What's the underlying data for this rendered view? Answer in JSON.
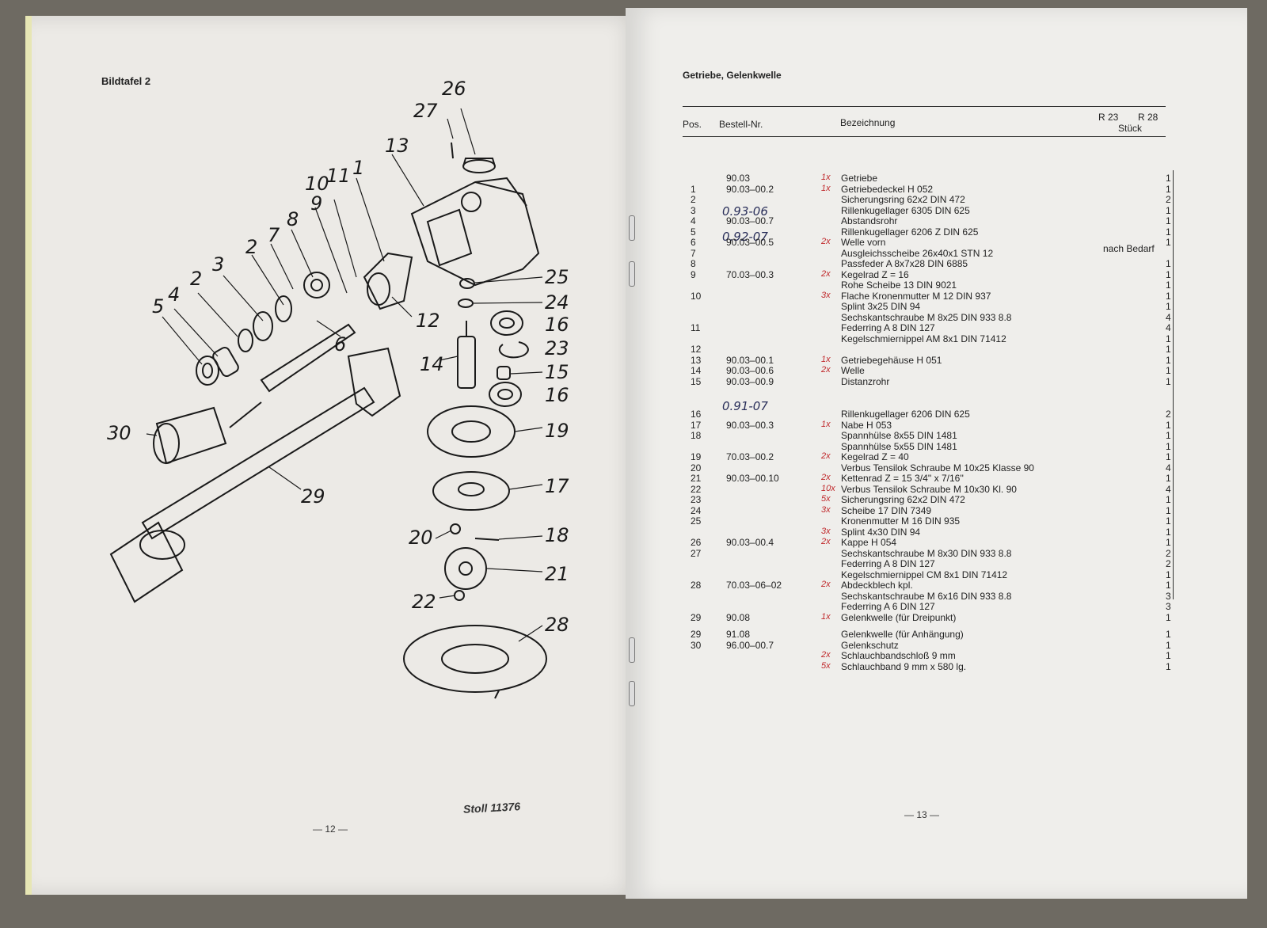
{
  "left_page": {
    "plate_title": "Bildtafel 2",
    "callouts": [
      "1",
      "2",
      "2",
      "3",
      "4",
      "5",
      "6",
      "7",
      "8",
      "9",
      "10",
      "11",
      "12",
      "13",
      "14",
      "15",
      "16",
      "16",
      "17",
      "18",
      "19",
      "20",
      "21",
      "22",
      "23",
      "24",
      "25",
      "26",
      "27",
      "28",
      "29",
      "30"
    ],
    "stamp": "Stoll 11376",
    "page_number": "— 12 —"
  },
  "right_page": {
    "title": "Getriebe, Gelenkwelle",
    "headers": {
      "pos": "Pos.",
      "nr": "Bestell-Nr.",
      "desc": "Bezeichnung",
      "r23": "R 23",
      "r28": "R 28",
      "qty": "Stück"
    },
    "note": "nach Bedarf",
    "handwritten": [
      "0.93-06",
      "0.92-07",
      "0.91-07"
    ],
    "rows": [
      {
        "pos": "",
        "nr": "90.03",
        "mark": "1x",
        "desc": "Getriebe",
        "qty": "1"
      },
      {
        "pos": "1",
        "nr": "90.03–00.2",
        "mark": "1x",
        "desc": "Getriebedeckel H 052",
        "qty": "1"
      },
      {
        "pos": "2",
        "nr": "",
        "mark": "",
        "desc": "Sicherungsring 62x2 DIN 472",
        "qty": "2"
      },
      {
        "pos": "3",
        "nr": "",
        "mark": "",
        "desc": "Rillenkugellager 6305 DIN 625",
        "qty": "1"
      },
      {
        "pos": "4",
        "nr": "90.03–00.7",
        "mark": "",
        "desc": "Abstandsrohr",
        "qty": "1"
      },
      {
        "pos": "5",
        "nr": "",
        "mark": "",
        "desc": "Rillenkugellager 6206 Z DIN 625",
        "qty": "1"
      },
      {
        "pos": "6",
        "nr": "90.03–00.5",
        "mark": "2x",
        "desc": "Welle vorn",
        "qty": "1"
      },
      {
        "pos": "7",
        "nr": "",
        "mark": "",
        "desc": "Ausgleichsscheibe  26x40x1 STN 12",
        "qty": ""
      },
      {
        "pos": "8",
        "nr": "",
        "mark": "",
        "desc": "Passfeder A 8x7x28 DIN 6885",
        "qty": "1"
      },
      {
        "pos": "9",
        "nr": "70.03–00.3",
        "mark": "2x",
        "desc": "Kegelrad Z = 16",
        "qty": "1"
      },
      {
        "pos": "",
        "nr": "",
        "mark": "",
        "desc": "Rohe Scheibe 13 DIN 9021",
        "qty": "1"
      },
      {
        "pos": "10",
        "nr": "",
        "mark": "3x",
        "desc": "Flache Kronenmutter M 12 DIN 937",
        "qty": "1"
      },
      {
        "pos": "",
        "nr": "",
        "mark": "",
        "desc": "Splint 3x25 DIN 94",
        "qty": "1"
      },
      {
        "pos": "",
        "nr": "",
        "mark": "",
        "desc": "Sechskantschraube M 8x25 DIN 933 8.8",
        "qty": "4"
      },
      {
        "pos": "11",
        "nr": "",
        "mark": "",
        "desc": "Federring A 8 DIN 127",
        "qty": "4"
      },
      {
        "pos": "",
        "nr": "",
        "mark": "",
        "desc": "Kegelschmiernippel AM 8x1 DIN 71412",
        "qty": "1"
      },
      {
        "pos": "12",
        "nr": "",
        "mark": "",
        "desc": "",
        "qty": "1"
      },
      {
        "pos": "13",
        "nr": "90.03–00.1",
        "mark": "1x",
        "desc": "Getriebegehäuse H 051",
        "qty": "1"
      },
      {
        "pos": "14",
        "nr": "90.03–00.6",
        "mark": "2x",
        "desc": "Welle",
        "qty": "1"
      },
      {
        "pos": "15",
        "nr": "90.03–00.9",
        "mark": "",
        "desc": "Distanzrohr",
        "qty": "1"
      },
      {
        "pos": "16",
        "nr": "",
        "mark": "",
        "desc": "Rillenkugellager 6206 DIN 625",
        "qty": "2"
      },
      {
        "pos": "17",
        "nr": "90.03–00.3",
        "mark": "1x",
        "desc": "Nabe H 053",
        "qty": "1"
      },
      {
        "pos": "18",
        "nr": "",
        "mark": "",
        "desc": "Spannhülse 8x55 DIN 1481",
        "qty": "1"
      },
      {
        "pos": "",
        "nr": "",
        "mark": "",
        "desc": "Spannhülse 5x55 DIN 1481",
        "qty": "1"
      },
      {
        "pos": "19",
        "nr": "70.03–00.2",
        "mark": "2x",
        "desc": "Kegelrad Z  = 40",
        "qty": "1"
      },
      {
        "pos": "20",
        "nr": "",
        "mark": "",
        "desc": "Verbus Tensilok Schraube M 10x25 Klasse 90",
        "qty": "4"
      },
      {
        "pos": "21",
        "nr": "90.03–00.10",
        "mark": "2x",
        "desc": "Kettenrad Z = 15 3/4'' x 7/16''",
        "qty": "1"
      },
      {
        "pos": "22",
        "nr": "",
        "mark": "10x",
        "desc": "Verbus Tensilok Schraube M 10x30 Kl. 90",
        "qty": "4"
      },
      {
        "pos": "23",
        "nr": "",
        "mark": "5x",
        "desc": "Sicherungsring 62x2 DIN 472",
        "qty": "1"
      },
      {
        "pos": "24",
        "nr": "",
        "mark": "3x",
        "desc": "Scheibe 17 DIN 7349",
        "qty": "1"
      },
      {
        "pos": "25",
        "nr": "",
        "mark": "",
        "desc": "Kronenmutter M 16 DIN 935",
        "qty": "1"
      },
      {
        "pos": "",
        "nr": "",
        "mark": "3x",
        "desc": "Splint 4x30 DIN 94",
        "qty": "1"
      },
      {
        "pos": "26",
        "nr": "90.03–00.4",
        "mark": "2x",
        "desc": "Kappe H 054",
        "qty": "1"
      },
      {
        "pos": "27",
        "nr": "",
        "mark": "",
        "desc": "Sechskantschraube M 8x30 DIN 933 8.8",
        "qty": "2"
      },
      {
        "pos": "",
        "nr": "",
        "mark": "",
        "desc": "Federring A 8 DIN 127",
        "qty": "2"
      },
      {
        "pos": "",
        "nr": "",
        "mark": "",
        "desc": "Kegelschmiernippel CM 8x1 DIN 71412",
        "qty": "1"
      },
      {
        "pos": "28",
        "nr": "70.03–06–02",
        "mark": "2x",
        "desc": "Abdeckblech kpl.",
        "qty": "1"
      },
      {
        "pos": "",
        "nr": "",
        "mark": "",
        "desc": "Sechskantschraube M 6x16 DIN 933 8.8",
        "qty": "3"
      },
      {
        "pos": "",
        "nr": "",
        "mark": "",
        "desc": "Federring A 6 DIN 127",
        "qty": "3"
      },
      {
        "pos": "29",
        "nr": "90.08",
        "mark": "1x",
        "desc": "Gelenkwelle (für Dreipunkt)",
        "qty": "1"
      },
      {
        "pos": "29",
        "nr": "91.08",
        "mark": "",
        "desc": "Gelenkwelle (für Anhängung)",
        "qty": "1"
      },
      {
        "pos": "30",
        "nr": "96.00–00.7",
        "mark": "",
        "desc": "Gelenkschutz",
        "qty": "1"
      },
      {
        "pos": "",
        "nr": "",
        "mark": "2x",
        "desc": "Schlauchbandschloß 9 mm",
        "qty": "1"
      },
      {
        "pos": "",
        "nr": "",
        "mark": "5x",
        "desc": "Schlauchband 9 mm x 580 lg.",
        "qty": "1"
      }
    ],
    "page_number": "— 13 —"
  }
}
